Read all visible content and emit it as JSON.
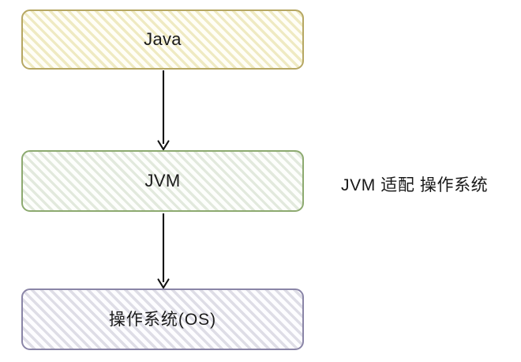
{
  "diagram": {
    "type": "flowchart-vertical",
    "title": "JVM 适配 操作系统",
    "background_color": "#ffffff",
    "nodes": [
      {
        "id": "java",
        "label": "Java",
        "border_color": "#b6a763",
        "fill_color": "#fdfcf0",
        "hatch_color": "#efeac2",
        "shape": "rounded-rectangle"
      },
      {
        "id": "jvm",
        "label": "JVM",
        "border_color": "#8daa70",
        "fill_color": "#fafcf8",
        "hatch_color": "#e2e9dd",
        "shape": "rounded-rectangle"
      },
      {
        "id": "os",
        "label": "操作系统(OS)",
        "border_color": "#8a85a7",
        "fill_color": "#fbfbfd",
        "hatch_color": "#dedde6",
        "shape": "rounded-rectangle"
      }
    ],
    "edges": [
      {
        "id": "java-to-jvm",
        "from": "java",
        "to": "jvm",
        "label": "",
        "color": "#111111"
      },
      {
        "id": "jvm-to-os",
        "from": "jvm",
        "to": "os",
        "label": "",
        "color": "#111111"
      }
    ],
    "annotations": [
      {
        "id": "side-note",
        "text": "JVM 适配 操作系统",
        "color": "#181818"
      }
    ]
  }
}
